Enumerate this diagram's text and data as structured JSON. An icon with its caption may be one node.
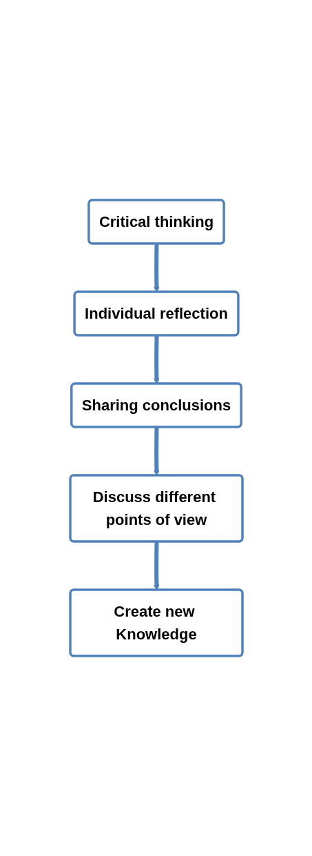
{
  "diagram": {
    "nodes": [
      {
        "text": [
          "Critical thinking"
        ]
      },
      {
        "text": [
          "Individual reflection"
        ]
      },
      {
        "text": [
          "Sharing conclusions"
        ]
      },
      {
        "text": [
          "Discuss different points of view"
        ]
      },
      {
        "text": [
          "Create new Knowledge"
        ]
      }
    ],
    "edges": [
      {
        "from": 0,
        "to": 1,
        "arrow": "to"
      },
      {
        "from": 1,
        "to": 2,
        "arrow": "to"
      },
      {
        "from": 2,
        "to": 3,
        "arrow": "to"
      },
      {
        "from": 3,
        "to": 4,
        "arrow": "to"
      }
    ]
  }
}
